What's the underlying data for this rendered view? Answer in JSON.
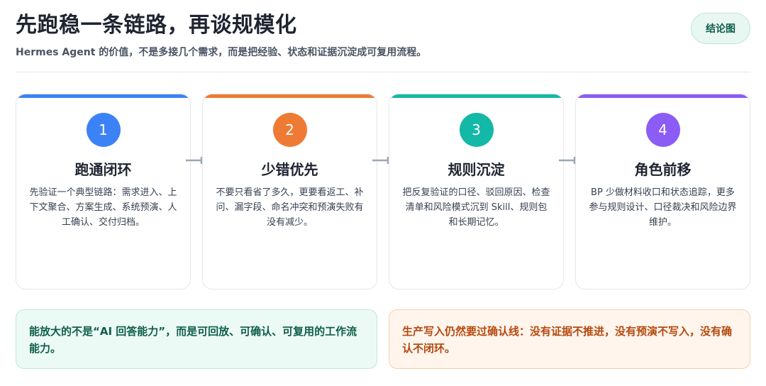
{
  "header": {
    "title": "先跑稳一条链路，再谈规模化",
    "subtitle": "Hermes Agent 的价值，不是多接几个需求，而是把经验、状态和证据沉淀成可复用流程。",
    "conclusion_button": "结论图"
  },
  "steps": [
    {
      "number": "1",
      "title": "跑通闭环",
      "description": "先验证一个典型链路：需求进入、上下文聚合、方案生成、系统预演、人工确认、交付归档。",
      "color": "#3b82f6"
    },
    {
      "number": "2",
      "title": "少错优先",
      "description": "不要只看省了多久，更要看返工、补问、漏字段、命名冲突和预演失败有没有减少。",
      "color": "#ef7a33"
    },
    {
      "number": "3",
      "title": "规则沉淀",
      "description": "把反复验证的口径、驳回原因、检查清单和风险模式沉到 Skill、规则包和长期记忆。",
      "color": "#14b8a6"
    },
    {
      "number": "4",
      "title": "角色前移",
      "description": "BP 少做材料收口和状态追踪，更多参与规则设计、口径裁决和风险边界维护。",
      "color": "#8b5cf6"
    }
  ],
  "colors": {
    "arrow": "#9aa7b4"
  },
  "notes": {
    "green": "能放大的不是“AI 回答能力”，而是可回放、可确认、可复用的工作流能力。",
    "orange": "生产写入仍然要过确认线：没有证据不推进，没有预演不写入，没有确认不闭环。"
  }
}
